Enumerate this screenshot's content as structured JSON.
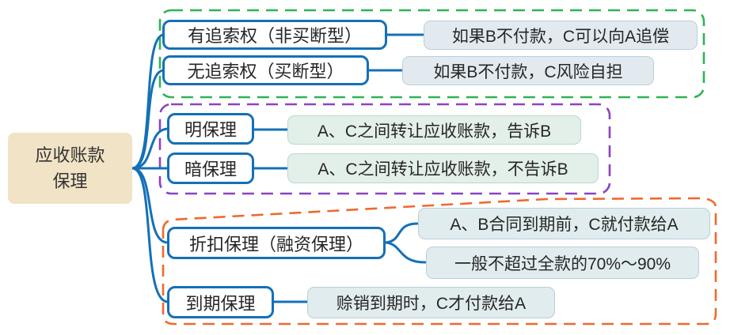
{
  "root": {
    "label": "应收账款\n保理"
  },
  "colors": {
    "branch_line": "#1470b8",
    "group_recourse_outline": "#2eb356",
    "group_disclosure_outline": "#8a43c2",
    "group_timing_outline": "#ee6a2e",
    "root_bg": "#f1e3c5",
    "node_border": "#1470b8",
    "leaf_blue_bg": "#e2eaf0",
    "leaf_green_bg": "#e3efe9"
  },
  "branches": [
    {
      "label": "有追索权（非买断型）",
      "note": "如果B不付款，C可以向A追偿"
    },
    {
      "label": "无追索权（买断型）",
      "note": "如果B不付款，C风险自担"
    },
    {
      "label": "明保理",
      "note": "A、C之间转让应收账款，告诉B"
    },
    {
      "label": "暗保理",
      "note": "A、C之间转让应收账款，不告诉B"
    },
    {
      "label": "折扣保理（融资保理）",
      "notes": [
        "A、B合同到期前，C就付款给A",
        "一般不超过全款的70%～90%"
      ]
    },
    {
      "label": "到期保理",
      "note": "赊销到期时，C才付款给A"
    }
  ]
}
